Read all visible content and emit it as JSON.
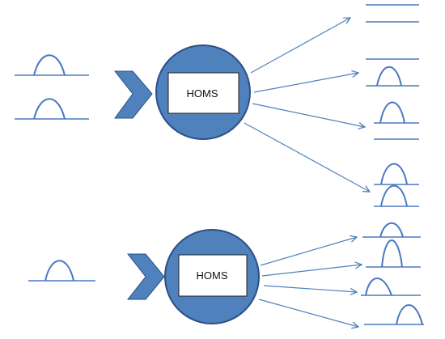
{
  "colors": {
    "stroke": "#4a78c2",
    "line": "#4f81bd",
    "fill": "#4f81bd",
    "node_border": "#2e4f85",
    "box_fill": "#ffffff",
    "text": "#111111"
  },
  "diagrams": [
    {
      "box_label": "HOMS",
      "input_peaks": 2,
      "outputs": [
        {
          "peaks": 0
        },
        {
          "peaks": 1
        },
        {
          "peaks": 1
        },
        {
          "peaks": 2
        }
      ]
    },
    {
      "box_label": "HOMS",
      "input_peaks": 1,
      "outputs": [
        {
          "peaks": 1
        },
        {
          "peaks": 1
        },
        {
          "peaks": 1
        },
        {
          "peaks": 1
        }
      ]
    }
  ]
}
